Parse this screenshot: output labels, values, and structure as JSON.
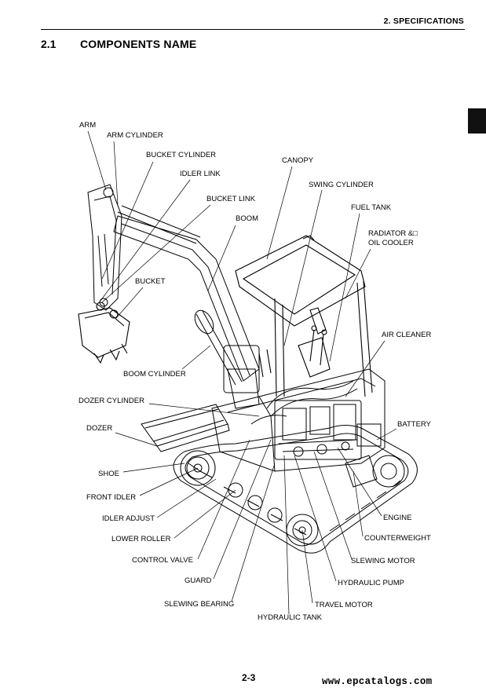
{
  "header": {
    "title": "2. SPECIFICATIONS"
  },
  "section": {
    "number": "2.1",
    "title": "COMPONENTS NAME"
  },
  "labels": {
    "arm": "ARM",
    "arm_cylinder": "ARM CYLINDER",
    "bucket_cylinder": "BUCKET CYLINDER",
    "idler_link": "IDLER LINK",
    "bucket_link": "BUCKET LINK",
    "boom": "BOOM",
    "bucket": "BUCKET",
    "boom_cylinder": "BOOM CYLINDER",
    "canopy": "CANOPY",
    "swing_cylinder": "SWING CYLINDER",
    "fuel_tank": "FUEL TANK",
    "radiator_line1": "RADIATOR &□",
    "radiator_line2": "OIL COOLER",
    "air_cleaner": "AIR CLEANER",
    "dozer_cylinder": "DOZER CYLINDER",
    "dozer": "DOZER",
    "battery": "BATTERY",
    "shoe": "SHOE",
    "front_idler": "FRONT IDLER",
    "idler_adjust": "IDLER ADJUST",
    "lower_roller": "LOWER ROLLER",
    "control_valve": "CONTROL VALVE",
    "guard": "GUARD",
    "slewing_bearing": "SLEWING BEARING",
    "hydraulic_tank": "HYDRAULIC TANK",
    "travel_motor": "TRAVEL MOTOR",
    "hydraulic_pump": "HYDRAULIC PUMP",
    "slewing_motor": "SLEWING MOTOR",
    "counterweight": "COUNTERWEIGHT",
    "engine": "ENGINE"
  },
  "footer": {
    "page_number": "2-3",
    "watermark": "www.epcatalogs.com"
  }
}
